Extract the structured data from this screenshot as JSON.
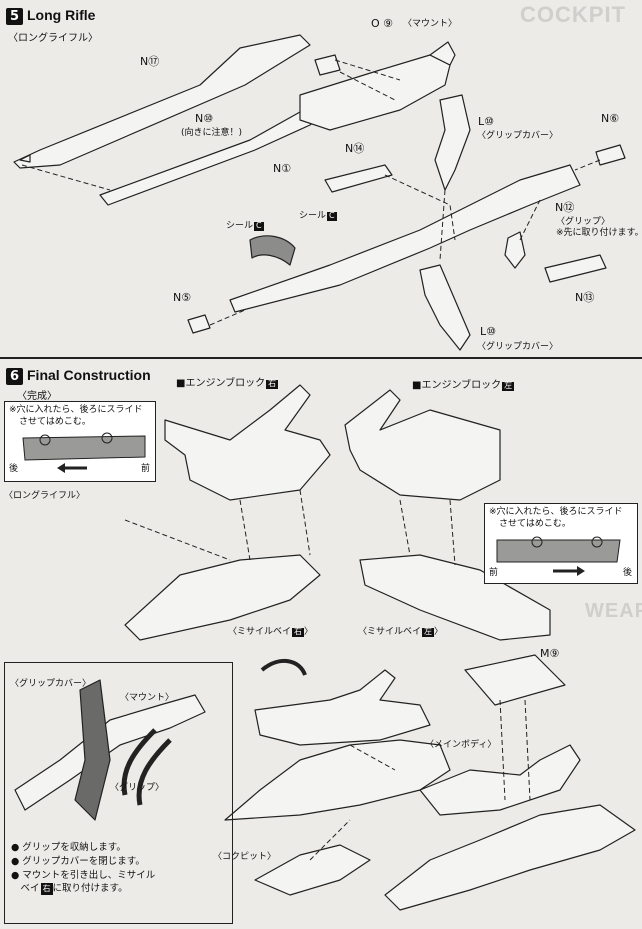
{
  "section5": {
    "step_number": "5",
    "title": "Long Rifle",
    "subtitle": "〈ロングライフル〉",
    "labels": {
      "n17": "N⑰",
      "o9": "O ⑨",
      "mount": "〈マウント〉",
      "n10": "N⑩",
      "n10_note": "(向きに注意！)",
      "l10_top": "L⑩",
      "grip_cover_top": "〈グリップカバー〉",
      "n6": "N⑥",
      "n1": "N①",
      "n14": "N⑭",
      "seal_c_small": "シール",
      "n12": "N⑫",
      "grip": "〈グリップ〉",
      "grip_note": "※先に取り付けます。",
      "seal_c_big": "シール",
      "n5": "N⑤",
      "n13": "N⑬",
      "l10_bottom": "L⑩",
      "grip_cover_bottom": "〈グリップカバー〉"
    },
    "seal_marker": "C"
  },
  "section6": {
    "step_number": "6",
    "title": "Final Construction",
    "subtitle": "〈完成〉",
    "engine_block_right": "■エンジンブロック",
    "engine_block_left": "■エンジンブロック",
    "mark_right": "右",
    "mark_left": "左",
    "missile_bay_right": "〈ミサイルベイ",
    "missile_bay_left": "〈ミサイルベイ",
    "callout1": {
      "text_line1": "※穴に入れたら、後ろにスライド",
      "text_line2": "させてはめこむ。",
      "back": "後",
      "front": "前"
    },
    "callout2": {
      "text_line1": "※穴に入れたら、後ろにスライド",
      "text_line2": "させてはめこむ。",
      "front": "前",
      "back": "後"
    },
    "long_rifle_label": "〈ロングライフル〉",
    "grip_cover_label": "〈グリップカバー〉",
    "mount_label": "〈マウント〉",
    "grip_label": "〈グリップ〉",
    "m9": "M⑨",
    "main_body": "〈メインボディ〉",
    "cockpit": "〈コクピット〉",
    "notes": [
      "● グリップを収納します。",
      "● グリップカバーを閉じます。",
      "● マウントを引き出し、ミサイル",
      "　ベイ",
      "に取り付けます。"
    ]
  },
  "background_text": {
    "cockpit": "COCKPIT",
    "weap": "WEAP"
  }
}
